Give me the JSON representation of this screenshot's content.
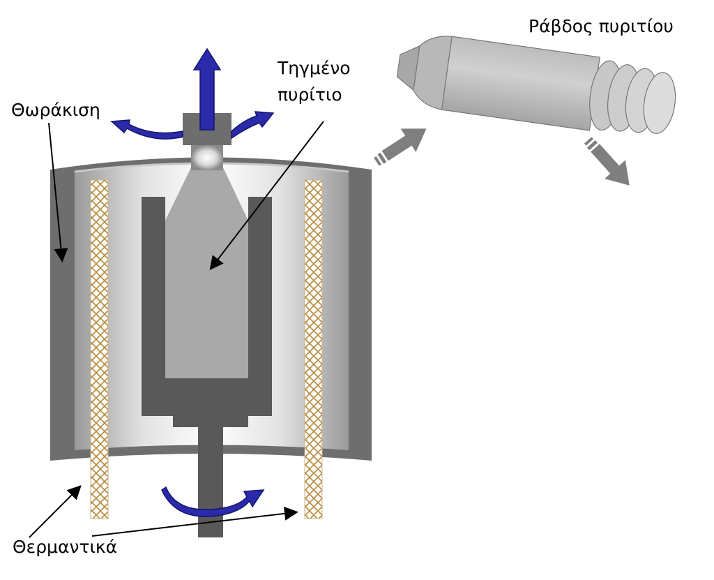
{
  "labels": {
    "shielding": "Θωράκιση",
    "molten_line1": "Τηγμένο",
    "molten_line2": "πυρίτιο",
    "rod": "Ράβδος πυριτίου",
    "heaters": "Θερμαντικά"
  },
  "colors": {
    "shield_dark": "#6e6e6e",
    "crucible": "#595959",
    "crystal": "#a9a9a9",
    "arrow_blue": "#2a2aaa",
    "process_arrow": "#7f7f7f",
    "heater_pattern": "#b58a3a"
  }
}
